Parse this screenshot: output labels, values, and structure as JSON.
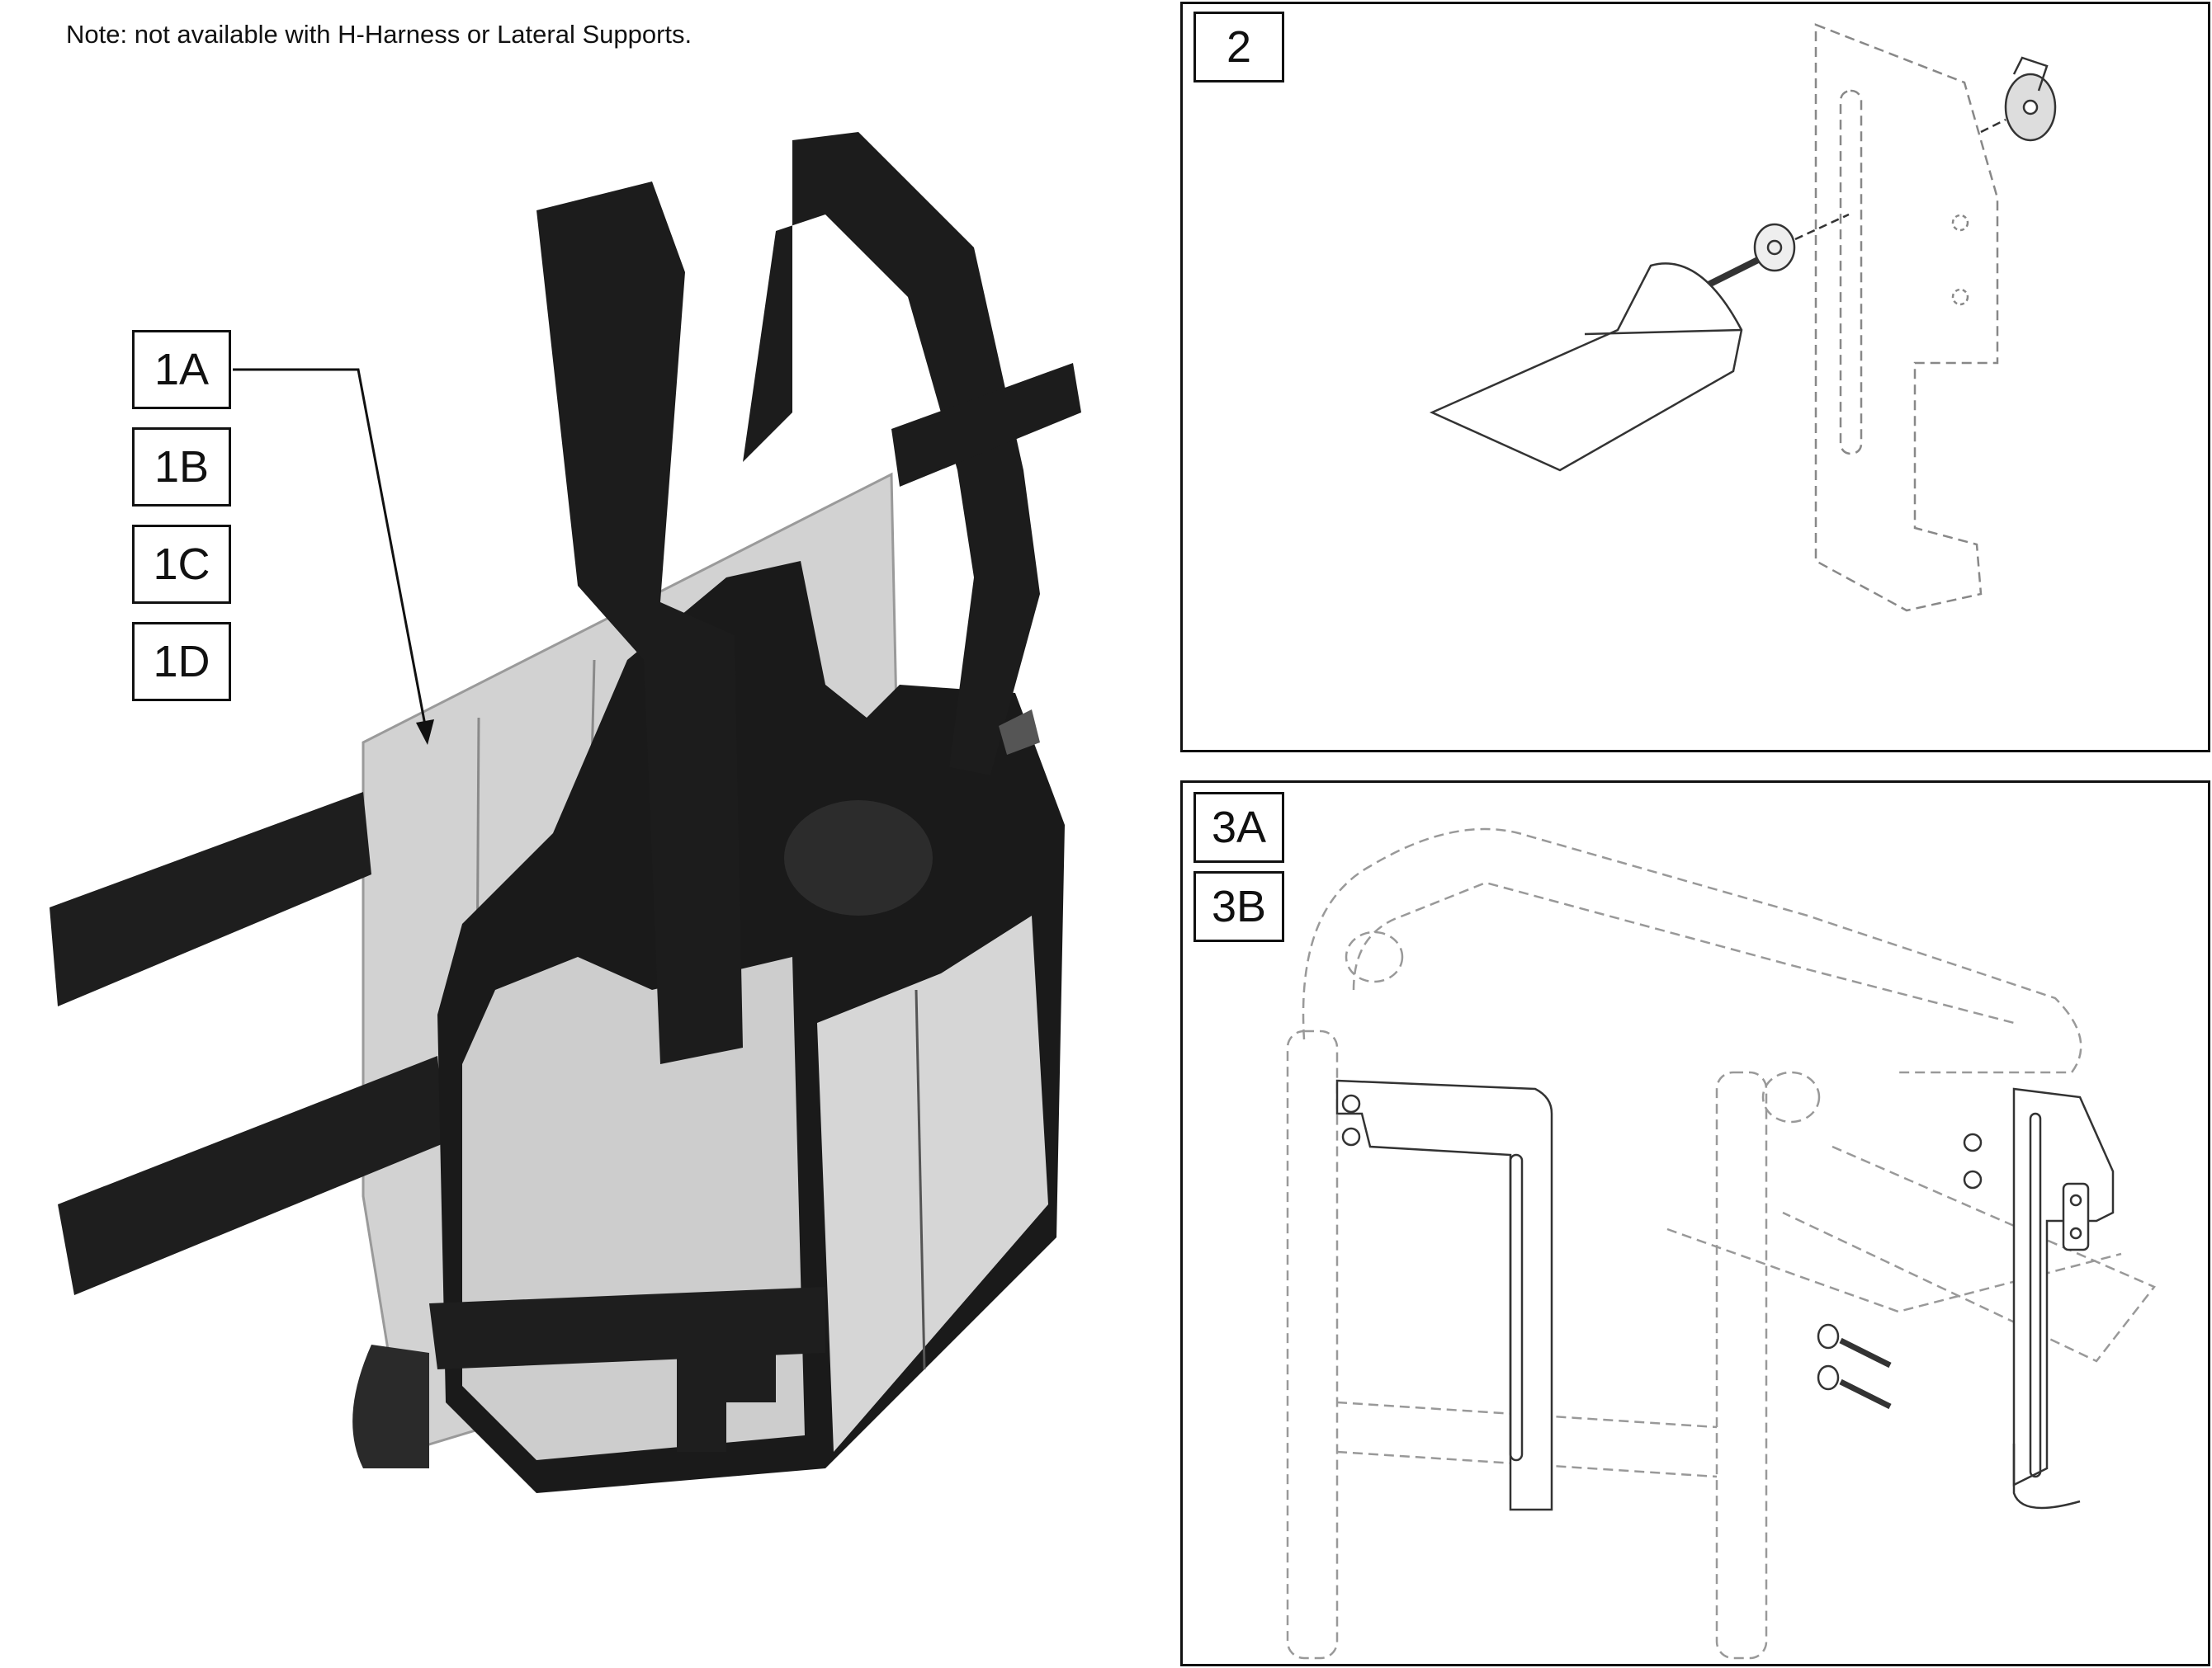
{
  "note": "Note: not available with H-Harness or Lateral Supports.",
  "callouts": {
    "c1a": "1A",
    "c1b": "1B",
    "c1c": "1C",
    "c1d": "1D",
    "c2": "2",
    "c3a": "3A",
    "c3b": "3B"
  },
  "colors": {
    "strap": "#1e1e1e",
    "fabric": "#c9c9c9",
    "line": "#333333",
    "dashed": "#888888"
  }
}
